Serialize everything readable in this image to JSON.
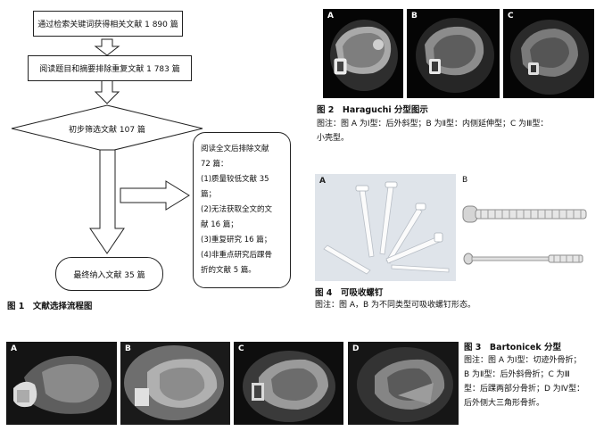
{
  "flowchart": {
    "step1": "通过检索关键词获得相关文献 1 890 篇",
    "step2": "阅读题目和摘要排除重复文献 1 783 篇",
    "step3": "初步筛选文献 107 篇",
    "final": "最终纳入文献 35 篇",
    "exclude_lines": [
      "阅读全文后排除文献",
      "72 篇：",
      "(1)质量较低文献 35",
      "篇；",
      "(2)无法获取全文的文",
      "献 16 篇；",
      "(3)重复研究 16 篇；",
      "(4)非重点研究后踝骨",
      "折的文献 5 篇。"
    ]
  },
  "fig1": {
    "title": "图 1　文献选择流程图"
  },
  "fig2": {
    "title": "图 2　Haraguchi 分型图示",
    "note_lines": [
      "图注：图 A 为Ⅰ型：后外斜型；B 为Ⅱ型：内侧延伸型；C 为Ⅲ型：",
      "小壳型。"
    ],
    "panels": [
      "A",
      "B",
      "C"
    ]
  },
  "fig4": {
    "title": "图 4　可吸收螺钉",
    "note": "图注：图 A，B 为不同类型可吸收螺钉形态。",
    "panels": [
      "A",
      "B"
    ]
  },
  "fig3": {
    "title": "图 3　Bartonicek 分型",
    "note_lines": [
      "图注：图 A 为Ⅰ型：切迹外骨折；",
      "B 为Ⅱ型：后外斜骨折；C 为Ⅲ",
      "型：后踝两部分骨折；D 为Ⅳ型：",
      "后外侧大三角形骨折。"
    ],
    "panels": [
      "A",
      "B",
      "C",
      "D"
    ]
  },
  "colors": {
    "line": "#222222",
    "photo_bg": "#050505",
    "screw_bg": "#dfe4ea"
  }
}
